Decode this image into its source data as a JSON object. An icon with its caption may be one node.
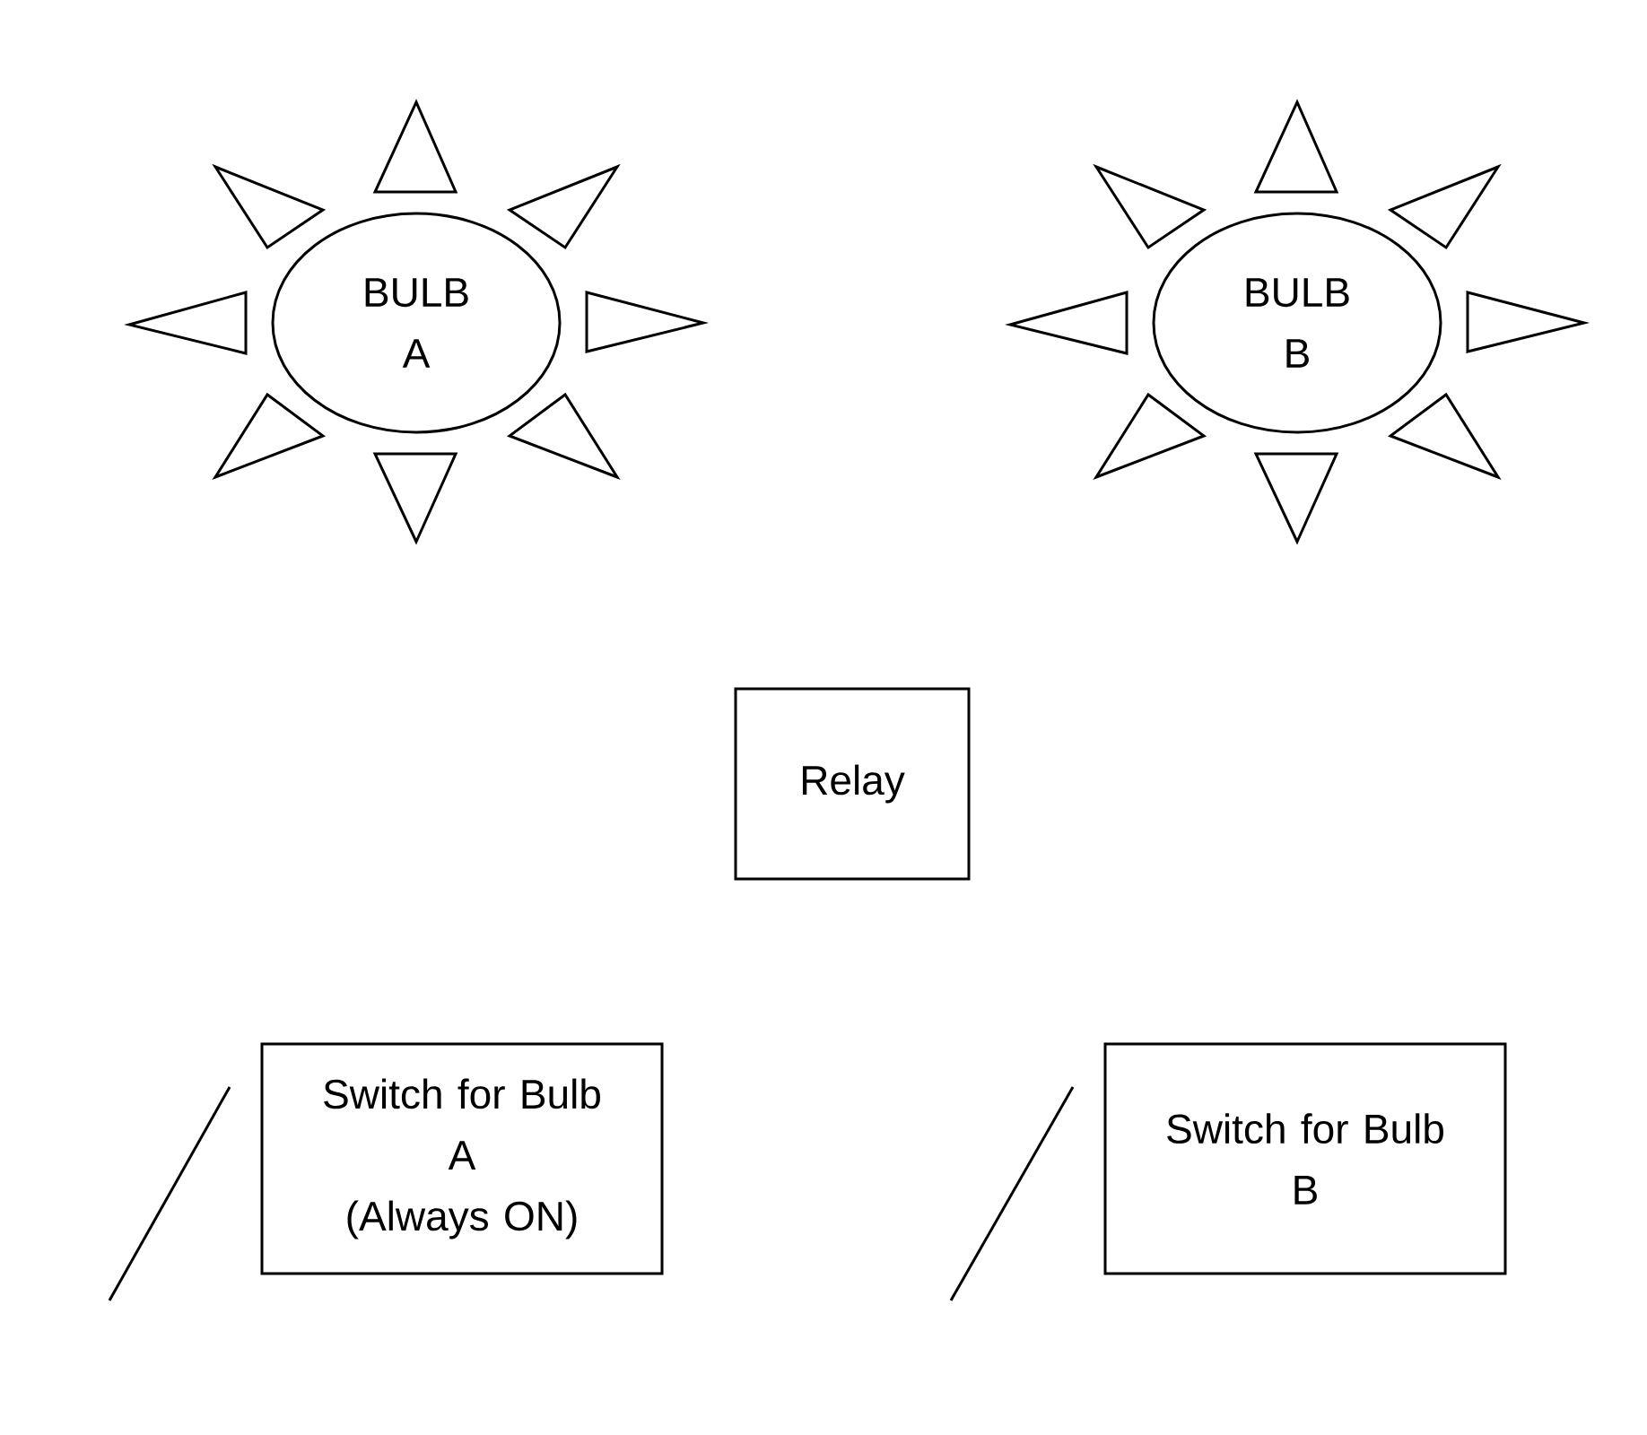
{
  "diagram": {
    "nodes": [
      {
        "text": [
          "BULB A"
        ]
      },
      {
        "text": [
          "BULB B"
        ]
      },
      {
        "text": [
          "Relay"
        ]
      },
      {
        "text": [
          "Switch for Bulb A",
          "(Always ON)"
        ]
      },
      {
        "text": [
          "Switch for Bulb B"
        ]
      }
    ]
  }
}
